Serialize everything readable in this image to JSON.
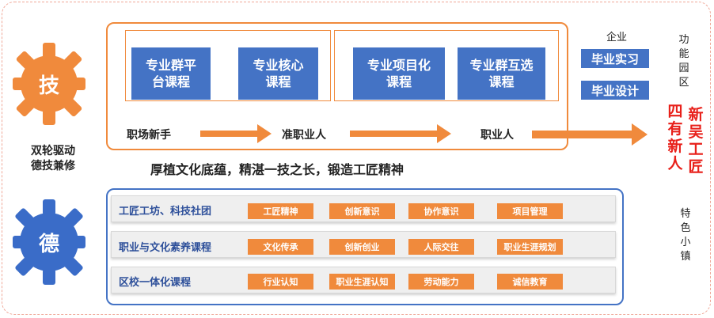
{
  "left": {
    "gear_top": "技",
    "gear_bottom": "德",
    "tagline": [
      "双轮驱动",
      "德技兼修"
    ]
  },
  "tech": {
    "courses": [
      "专业群平\n台课程",
      "专业核心\n课程",
      "专业项目化\n课程",
      "专业群互选\n课程"
    ],
    "stages": [
      "职场新手",
      "准职业人",
      "职业人"
    ],
    "motto": "厚植文化底蕴，精湛一技之长，锻造工匠精神"
  },
  "enterprise": {
    "label": "企业",
    "items": [
      "毕业实习",
      "毕业设计"
    ],
    "side": [
      "功",
      "能",
      "园",
      "区"
    ]
  },
  "outcome": {
    "col_right": [
      "新",
      "吴",
      "工",
      "匠"
    ],
    "col_left": [
      "四",
      "有",
      "新",
      "人"
    ]
  },
  "moral": {
    "rows": [
      {
        "title": "工匠工坊、科技社团",
        "tags": [
          "工匠精神",
          "创新意识",
          "协作意识",
          "项目管理"
        ]
      },
      {
        "title": "职业与文化素养课程",
        "tags": [
          "文化传承",
          "创新创业",
          "人际交往",
          "职业生涯规划"
        ]
      },
      {
        "title": "区校一体化课程",
        "tags": [
          "行业认知",
          "职业生涯认知",
          "劳动能力",
          "诚信教育"
        ]
      }
    ],
    "side": [
      "特",
      "色",
      "小",
      "镇"
    ]
  },
  "colors": {
    "orange": "#f08a3c",
    "blue": "#4473c5",
    "red": "#e8201a",
    "gearBlue": "#3a6cc8"
  }
}
